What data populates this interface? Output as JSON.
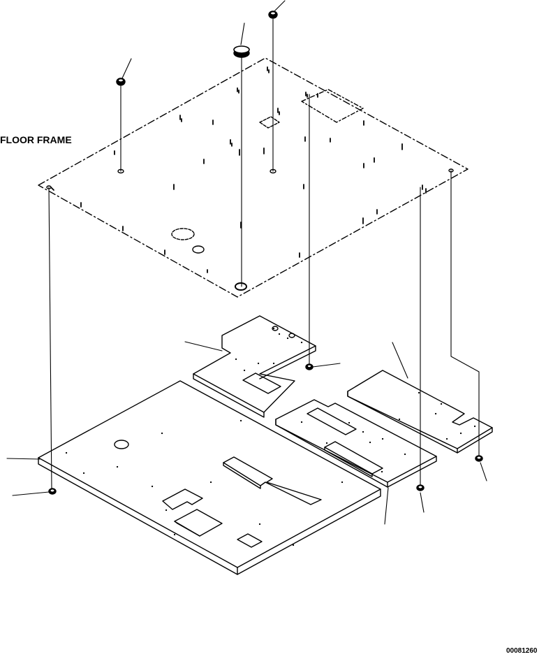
{
  "diagram": {
    "title_label": "FLOOR FRAME",
    "drawing_code": "00081260",
    "parts": [
      "floor-frame",
      "mat-upper-left",
      "mat-main",
      "mat-center-strip",
      "mat-right",
      "grommet-top-left",
      "grommet-top-center",
      "grommet-top-right",
      "grommet-bottom-left",
      "grommet-bottom-center",
      "grommet-center",
      "grommet-bottom-right"
    ]
  }
}
